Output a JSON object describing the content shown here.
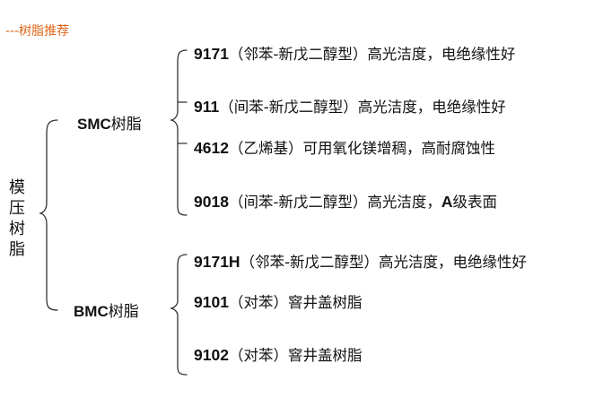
{
  "header": {
    "title": "---树脂推荐"
  },
  "root": {
    "chars": [
      "模",
      "压",
      "树",
      "脂"
    ]
  },
  "categories": [
    {
      "code": "SMC",
      "name": "树脂",
      "items": [
        {
          "code": "9171",
          "desc": "（邻苯-新戊二醇型）高光洁度，电绝缘性好"
        },
        {
          "code": "911",
          "desc": "（间苯-新戊二醇型）高光洁度，电绝缘性好"
        },
        {
          "code": "4612",
          "desc": "（乙烯基）可用氧化镁增稠，高耐腐蚀性"
        },
        {
          "code": "9018",
          "desc": "（间苯-新戊二醇型）高光洁度，",
          "desc_bold": "A",
          "desc_tail": "级表面"
        }
      ]
    },
    {
      "code": "BMC",
      "name": "树脂",
      "items": [
        {
          "code": "9171H",
          "desc": "（邻苯-新戊二醇型）高光洁度，电绝缘性好"
        },
        {
          "code": "9101",
          "desc": "（对苯）窨井盖树脂"
        },
        {
          "code": "9102",
          "desc": "（对苯）窨井盖树脂"
        }
      ]
    }
  ],
  "colors": {
    "header": "#e0661a",
    "line": "#333333",
    "text": "#111111"
  }
}
